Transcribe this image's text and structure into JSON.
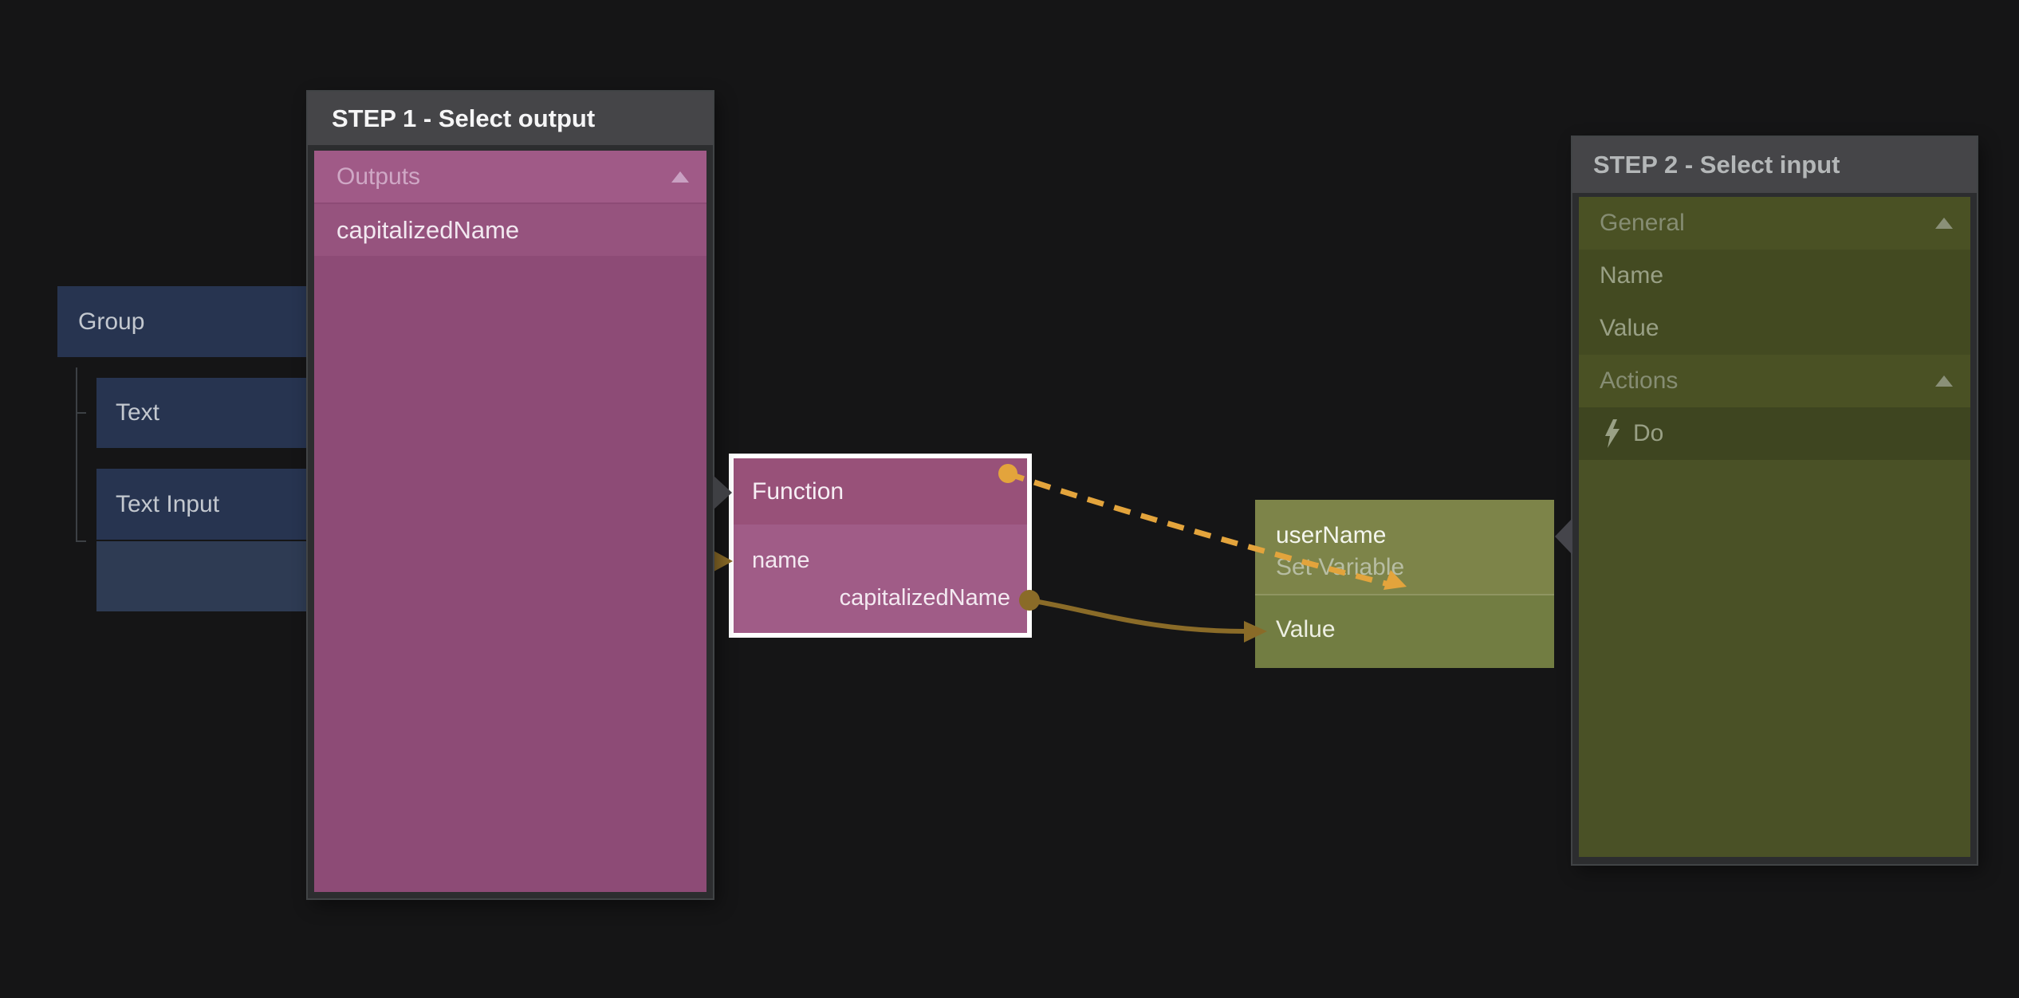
{
  "app": {
    "background": "#151516"
  },
  "component_tree": {
    "root": {
      "label": "Group"
    },
    "children": [
      {
        "label": "Text"
      },
      {
        "label": "Text Input"
      },
      {
        "label": ""
      }
    ]
  },
  "step1_panel": {
    "title": "STEP 1 - Select output",
    "section": {
      "label": "Outputs",
      "collapse_icon": "triangle-up"
    },
    "items": [
      {
        "label": "capitalizedName"
      }
    ]
  },
  "function_node": {
    "title": "Function",
    "inputs": [
      {
        "label": "name"
      }
    ],
    "outputs": [
      {
        "label": "capitalizedName"
      }
    ]
  },
  "set_variable_node": {
    "title": "userName",
    "subtitle": "Set Variable",
    "inputs": [
      {
        "label": "Value"
      }
    ]
  },
  "step2_panel": {
    "title": "STEP 2 - Select input",
    "rows": [
      {
        "type": "section",
        "label": "General",
        "collapse_icon": "triangle-up"
      },
      {
        "type": "item",
        "label": "Name"
      },
      {
        "type": "item",
        "label": "Value"
      },
      {
        "type": "section",
        "label": "Actions",
        "collapse_icon": "triangle-up"
      },
      {
        "type": "item",
        "label": "Do",
        "icon": "lightning-icon"
      }
    ]
  },
  "connections": {
    "signal": {
      "from": "Function",
      "to": "userName (Set Variable)",
      "style": "dashed",
      "color": "#e3a43c"
    },
    "value": {
      "from": "capitalizedName",
      "to": "Value",
      "style": "solid",
      "color": "#8a6b28"
    }
  },
  "colors": {
    "background": "#151516",
    "panel_titlebar": "#454548",
    "step1_body": "#8d4b76",
    "step1_section_row": "#a05a87",
    "step1_item_row": "#96537e",
    "step2_body": "#4a5126",
    "step2_item_row": "#434a21",
    "function_header": "#985179",
    "function_body": "#a05c87",
    "function_selection_border": "#ffffff",
    "variable_header": "#7d8449",
    "variable_body": "#727d42",
    "tree_node": "#273450",
    "signal_wire": "#e3a43c",
    "value_wire": "#8a6b28"
  }
}
